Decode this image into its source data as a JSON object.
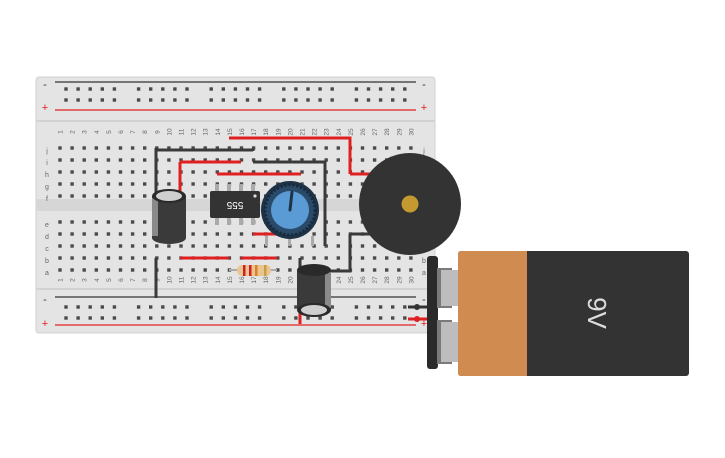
{
  "breadboard": {
    "rail_minus": "-",
    "rail_plus": "+",
    "column_numbers": [
      "1",
      "2",
      "3",
      "4",
      "5",
      "6",
      "7",
      "8",
      "9",
      "10",
      "11",
      "12",
      "13",
      "14",
      "15",
      "16",
      "17",
      "18",
      "19",
      "20",
      "21",
      "22",
      "23",
      "24",
      "25",
      "26",
      "27",
      "28",
      "29",
      "30"
    ],
    "rows_top": [
      "j",
      "i",
      "h",
      "g",
      "f"
    ],
    "rows_bottom": [
      "e",
      "d",
      "c",
      "b",
      "a"
    ]
  },
  "chip": {
    "label": "555"
  },
  "battery": {
    "label": "9V"
  },
  "colors": {
    "wire_red": "#e02020",
    "wire_black": "#3a3a3a",
    "board": "#e4e4e4",
    "battery_copper": "#d08b50",
    "battery_body": "#333333",
    "buzzer": "#333333",
    "buzzer_center": "#c49a30",
    "pot_knob": "#5b9bd5"
  },
  "icons": {
    "buzzer": "piezo-buzzer-icon",
    "potentiometer": "potentiometer-icon",
    "capacitor": "electrolytic-capacitor-icon",
    "resistor": "resistor-icon",
    "battery": "battery-9v-icon"
  }
}
